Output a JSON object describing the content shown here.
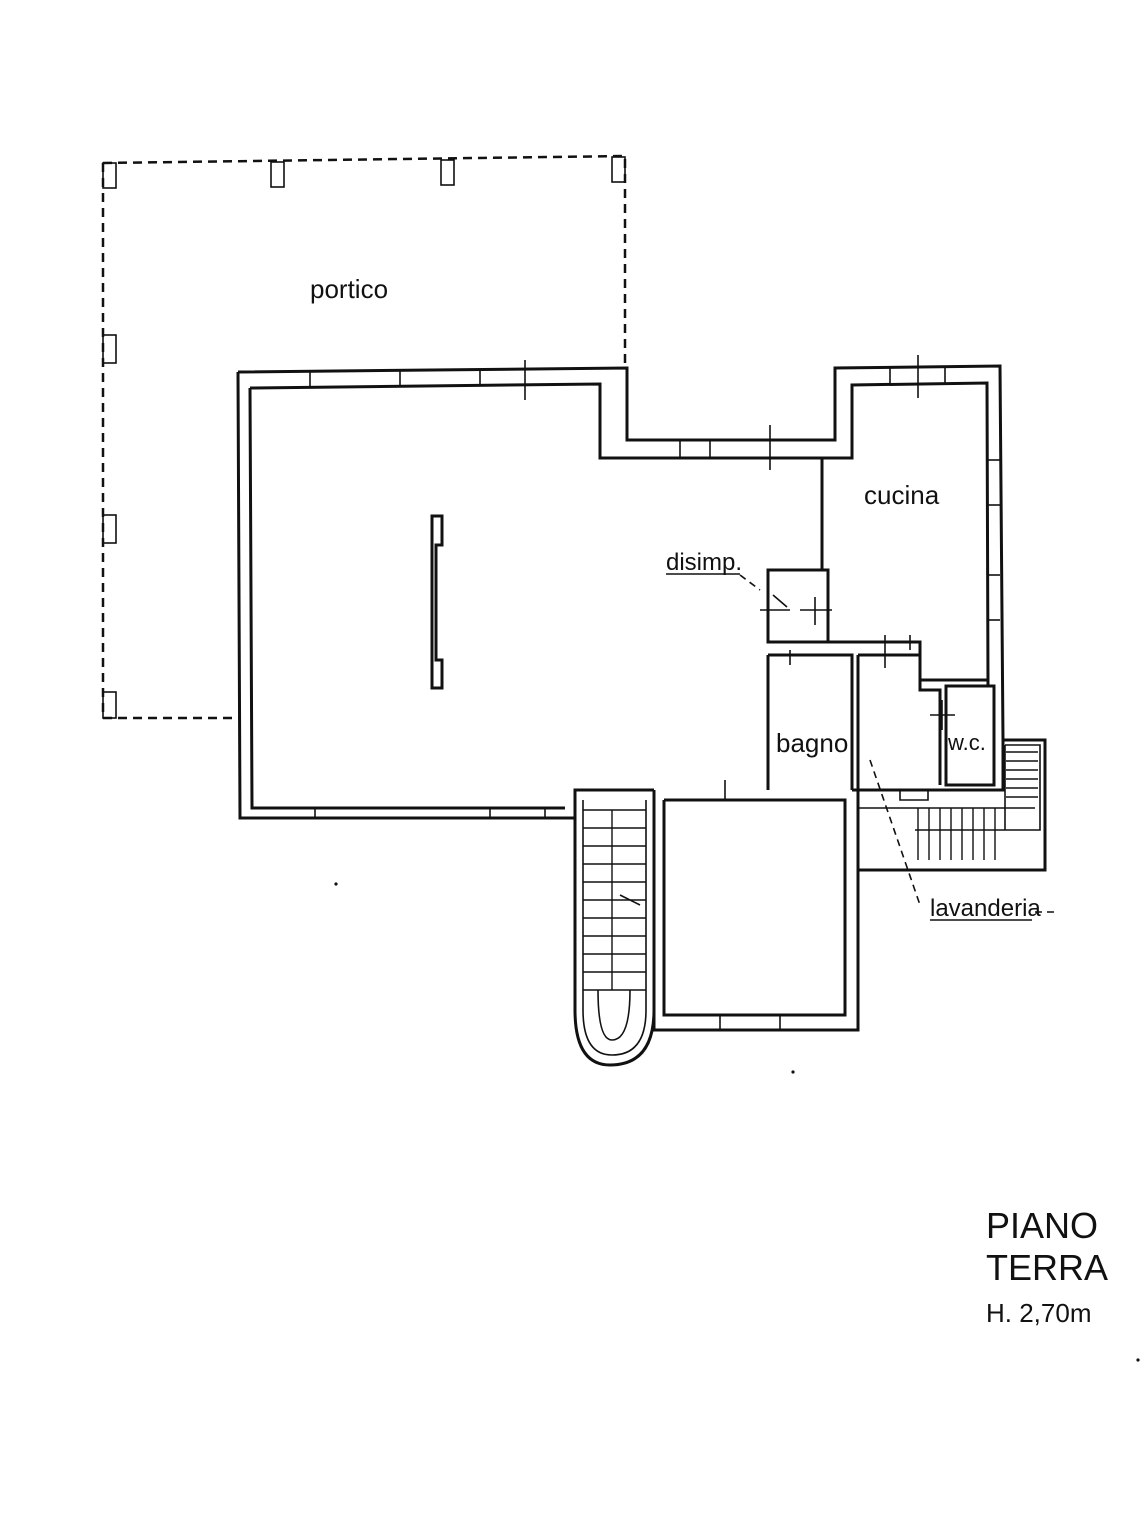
{
  "rooms": {
    "portico": "portico",
    "cucina": "cucina",
    "disimp": "disimp.",
    "bagno": "bagno",
    "wc": "w.c.",
    "lavanderia": "lavanderia"
  },
  "title": {
    "line1": "PIANO",
    "line2": "TERRA",
    "height": "H. 2,70m"
  },
  "colors": {
    "ink": "#111111",
    "paper": "#ffffff"
  }
}
